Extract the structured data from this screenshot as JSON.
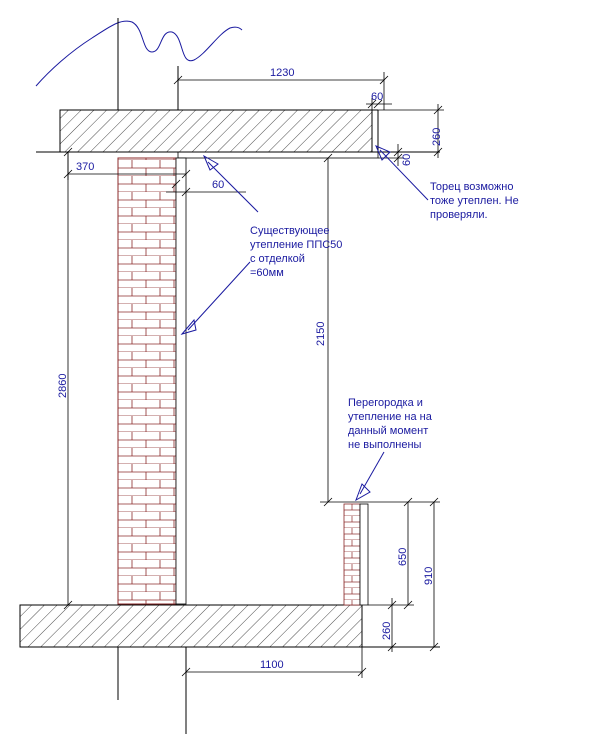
{
  "dimensions": {
    "d1230": "1230",
    "d60_top": "60",
    "d260_top": "260",
    "d60_right": "60",
    "d370": "370",
    "d60_mid": "60",
    "d2150": "2150",
    "d2860": "2860",
    "d650": "650",
    "d910": "910",
    "d260_bottom": "260",
    "d1100": "1100"
  },
  "notes": {
    "existing_insulation": [
      "Существующее",
      "утепление ППС50",
      "с отделкой",
      "=60мм"
    ],
    "end_face": [
      "Торец возможно",
      "тоже утеплен. Не",
      "проверяли."
    ],
    "partition": [
      "Перегородка и",
      "утепление на на",
      "данный момент",
      "не выполнены"
    ]
  },
  "colors": {
    "annotation": "#1a1aa0",
    "brick": "#8b2a2a",
    "line": "#000000"
  }
}
